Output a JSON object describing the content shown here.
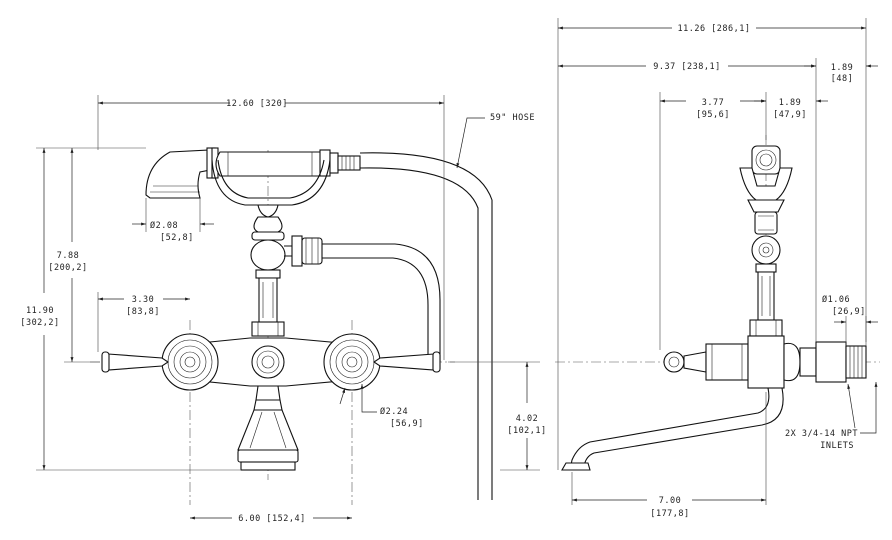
{
  "colors": {
    "line": "#111111",
    "background": "#ffffff"
  },
  "front_view": {
    "dims": {
      "overall_width": "12.60 [320]",
      "hose": "59\" HOSE",
      "handshower_dia_in": "Ø2.08",
      "handshower_dia_mm": "[52,8]",
      "height_upper_in": "7.88",
      "height_upper_mm": "[200,2]",
      "height_total_in": "11.90",
      "height_total_mm": "[302,2]",
      "handle_offset_in": "3.30",
      "handle_offset_mm": "[83,8]",
      "flange_dia_in": "Ø2.24",
      "flange_dia_mm": "[56,9]",
      "spout_height_in": "4.02",
      "spout_height_mm": "[102,1]",
      "centers": "6.00 [152,4]"
    }
  },
  "side_view": {
    "dims": {
      "overall_depth": "11.26 [286,1]",
      "depth_2": "9.37 [238,1]",
      "wall_in": "1.89",
      "wall_mm": "[48]",
      "cradle_offset_in": "3.77",
      "cradle_offset_mm": "[95,6]",
      "cradle_depth_in": "1.89",
      "cradle_depth_mm": "[47,9]",
      "inlet_dia_in": "Ø1.06",
      "inlet_dia_mm": "[26,9]",
      "inlets_line1": "2X 3/4-14 NPT",
      "inlets_line2": "INLETS",
      "spout_reach_in": "7.00",
      "spout_reach_mm": "[177,8]"
    }
  }
}
